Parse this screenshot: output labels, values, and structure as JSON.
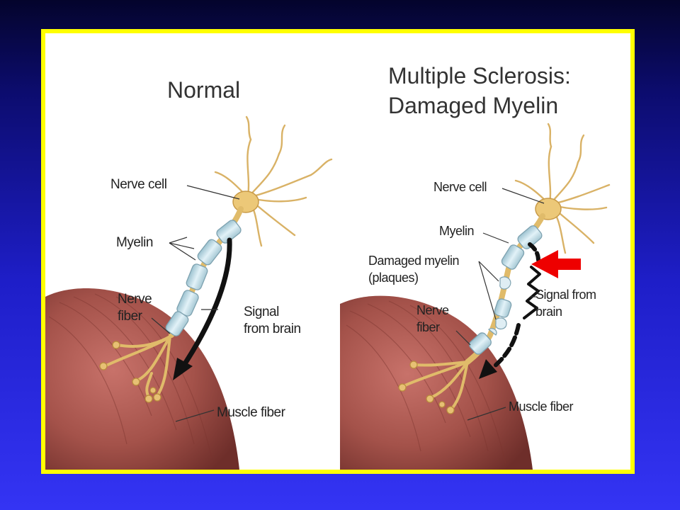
{
  "panels": {
    "normal": {
      "title": "Normal",
      "labels": {
        "nerve_cell": "Nerve cell",
        "myelin": "Myelin",
        "nerve_fiber_1": "Nerve",
        "nerve_fiber_2": "fiber",
        "signal_1": "Signal",
        "signal_2": "from brain",
        "muscle_fiber": "Muscle fiber"
      }
    },
    "ms": {
      "title_line1": "Multiple Sclerosis:",
      "title_line2": "Damaged Myelin",
      "labels": {
        "nerve_cell": "Nerve cell",
        "myelin": "Myelin",
        "damaged_myelin_1": "Damaged myelin",
        "damaged_myelin_2": "(plaques)",
        "nerve_fiber_1": "Nerve",
        "nerve_fiber_2": "fiber",
        "signal_1": "Signal from",
        "signal_2": "brain",
        "muscle_fiber": "Muscle fiber"
      }
    }
  },
  "colors": {
    "frame_border": "#ffff00",
    "pointer_arrow": "#ee0000",
    "neuron": "#ecc878",
    "myelin": "#c4dfe8",
    "muscle": "#9c4a40",
    "signal_arrow": "#111111"
  }
}
